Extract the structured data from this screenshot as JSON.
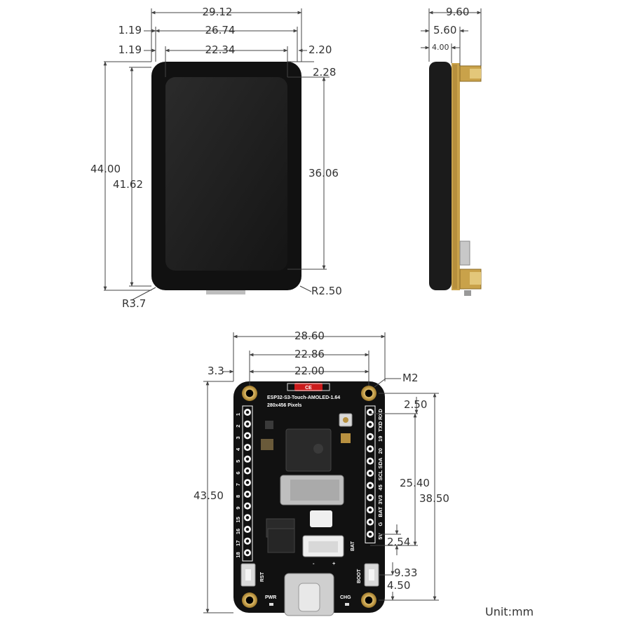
{
  "front_view": {
    "dims": {
      "overall_width": "29.12",
      "bezel_width": "26.74",
      "active_width": "22.34",
      "left_offset_top": "1.19",
      "left_offset_inner": "1.19",
      "right_offset": "2.20",
      "top_offset": "2.28",
      "overall_height": "44.00",
      "body_height": "41.62",
      "active_height": "36.06",
      "corner_radius_left": "R3.7",
      "corner_radius_right": "R2.50"
    }
  },
  "side_view": {
    "dims": {
      "total_thickness": "9.60",
      "mid_thickness": "5.60",
      "display_thickness": "4.00"
    }
  },
  "board_view": {
    "dims": {
      "board_width": "28.60",
      "hole_span": "22.86",
      "header_span": "22.00",
      "hole_edge_offset": "3.3",
      "hole_size": "M2",
      "header_top_offset": "2.50",
      "board_height": "43.50",
      "header_length": "25.40",
      "hole_vertical_span": "38.50",
      "pin_pitch": "2.54",
      "button_offset": "9.33",
      "hole_bottom_offset": "4.50"
    },
    "silkscreen": {
      "model": "ESP32-S3-Touch-AMOLED-1.64",
      "resolution": "280x456 Pixels",
      "left_pins": [
        "1",
        "2",
        "3",
        "4",
        "5",
        "6",
        "7",
        "8",
        "9",
        "15",
        "16",
        "17",
        "18"
      ],
      "right_pins": [
        "RXD",
        "TXD",
        "19",
        "20",
        "SDA",
        "SCL",
        "45",
        "3V3",
        "BAT",
        "G",
        "5V"
      ],
      "rst_label": "RST",
      "boot_label": "BOOT",
      "pwr_label": "PWR",
      "chg_label": "CHG",
      "bat_label": "BAT",
      "ce_mark": "CE",
      "connector_minus": "-",
      "connector_plus": "+"
    }
  },
  "unit_label": "Unit:mm",
  "colors": {
    "board": "#111111",
    "gold": "#c9a24a",
    "pin_pad": "#ffffff",
    "ce_red": "#cc1b1b",
    "display_glass": "#1a1a1a"
  }
}
